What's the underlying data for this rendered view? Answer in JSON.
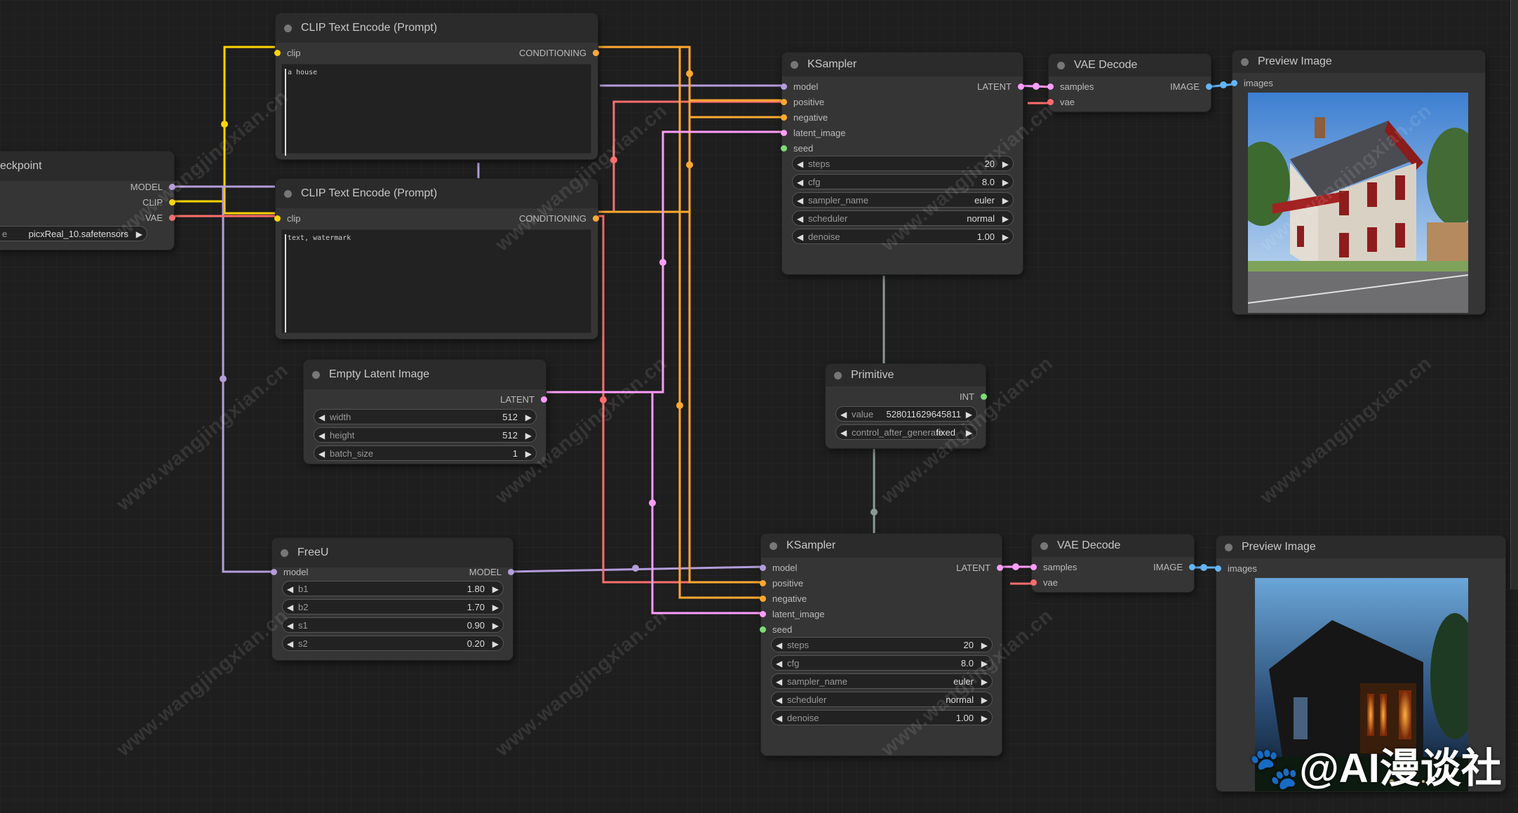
{
  "colors": {
    "clip": "#ffd500",
    "conditioning": "#ffa931",
    "model": "#b39ddb",
    "vae": "#ff6e6e",
    "latent": "#ff9cf9",
    "image": "#64b5f6",
    "int": "#7ddc77",
    "primitive_link": "#8a9a92"
  },
  "checkpoint": {
    "title": "eckpoint",
    "outputs": [
      "MODEL",
      "CLIP",
      "VAE"
    ],
    "widget_label": "e",
    "widget_value": "picxReal_10.safetensors"
  },
  "clip_pos": {
    "title": "CLIP Text Encode (Prompt)",
    "input": "clip",
    "output": "CONDITIONING",
    "text": "a house"
  },
  "clip_neg": {
    "title": "CLIP Text Encode (Prompt)",
    "input": "clip",
    "output": "CONDITIONING",
    "text": "text, watermark"
  },
  "empty_latent": {
    "title": "Empty Latent Image",
    "output": "LATENT",
    "widgets": [
      {
        "label": "width",
        "value": "512"
      },
      {
        "label": "height",
        "value": "512"
      },
      {
        "label": "batch_size",
        "value": "1"
      }
    ]
  },
  "ksampler1": {
    "title": "KSampler",
    "inputs": [
      "model",
      "positive",
      "negative",
      "latent_image",
      "seed"
    ],
    "output": "LATENT",
    "widgets": [
      {
        "label": "steps",
        "value": "20"
      },
      {
        "label": "cfg",
        "value": "8.0"
      },
      {
        "label": "sampler_name",
        "value": "euler"
      },
      {
        "label": "scheduler",
        "value": "normal"
      },
      {
        "label": "denoise",
        "value": "1.00"
      }
    ]
  },
  "ksampler2": {
    "title": "KSampler",
    "inputs": [
      "model",
      "positive",
      "negative",
      "latent_image",
      "seed"
    ],
    "output": "LATENT",
    "widgets": [
      {
        "label": "steps",
        "value": "20"
      },
      {
        "label": "cfg",
        "value": "8.0"
      },
      {
        "label": "sampler_name",
        "value": "euler"
      },
      {
        "label": "scheduler",
        "value": "normal"
      },
      {
        "label": "denoise",
        "value": "1.00"
      }
    ]
  },
  "vae_decode1": {
    "title": "VAE Decode",
    "inputs": [
      "samples",
      "vae"
    ],
    "output": "IMAGE"
  },
  "vae_decode2": {
    "title": "VAE Decode",
    "inputs": [
      "samples",
      "vae"
    ],
    "output": "IMAGE"
  },
  "preview1": {
    "title": "Preview Image",
    "input": "images"
  },
  "preview2": {
    "title": "Preview Image",
    "input": "images"
  },
  "primitive": {
    "title": "Primitive",
    "output": "INT",
    "widgets": [
      {
        "label": "value",
        "value": "528011629645811"
      },
      {
        "label": "control_after_generate",
        "value": "fixed"
      }
    ]
  },
  "freeu": {
    "title": "FreeU",
    "input": "model",
    "output": "MODEL",
    "widgets": [
      {
        "label": "b1",
        "value": "1.80"
      },
      {
        "label": "b2",
        "value": "1.70"
      },
      {
        "label": "s1",
        "value": "0.90"
      },
      {
        "label": "s2",
        "value": "0.20"
      }
    ]
  },
  "watermark": "www.wangjingxian.cn",
  "brand": "@AI漫谈社"
}
